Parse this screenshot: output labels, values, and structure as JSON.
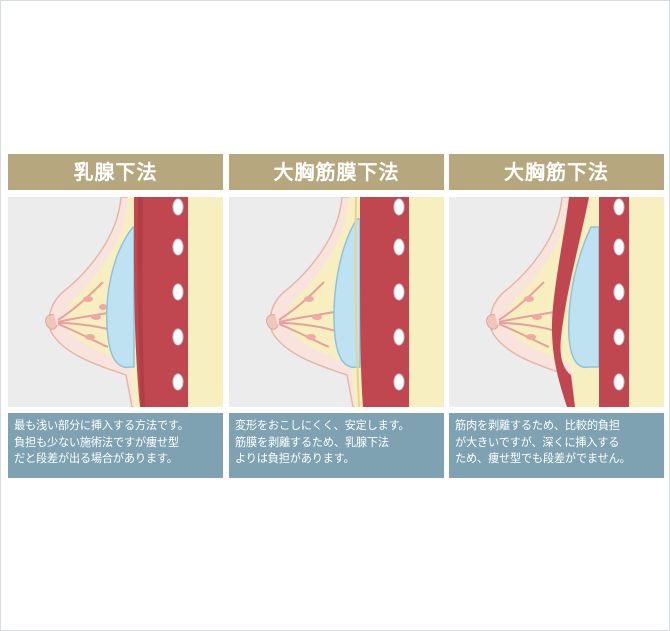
{
  "panels": [
    {
      "title": "乳腺下法",
      "caption": [
        "最も浅い部分に挿入する方法です。",
        "負担も少ない施術法ですが痩せ型",
        "だと段差が出る場合があります。"
      ]
    },
    {
      "title": "大胸筋膜下法",
      "caption": [
        "変形をおこしにくく、安定します。",
        "筋膜を剥離するため、乳腺下法",
        "よりは負担があります。"
      ]
    },
    {
      "title": "大胸筋下法",
      "caption": [
        "筋肉を剥離するため、比較的負担",
        "が大きいですが、深くに挿入する",
        "ため、痩せ型でも段差がでません。"
      ]
    }
  ],
  "colors": {
    "title_bg": "#b6a77e",
    "caption_bg": "#7ea2b2",
    "muscle": "#c0474f",
    "implant": "#bfe2f2",
    "fat": "#f7efc0",
    "skin": "#f9e4dd"
  }
}
